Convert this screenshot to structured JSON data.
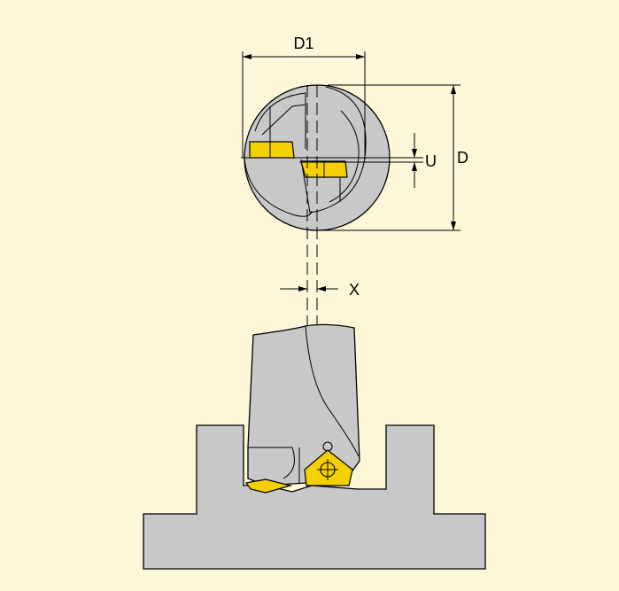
{
  "labels": {
    "d1": "D1",
    "d": "D",
    "u": "U",
    "x": "X"
  },
  "colors": {
    "background": "#fdf6d8",
    "tool_body": "#c8c8c8",
    "insert": "#f5d000",
    "outline": "#000000"
  }
}
